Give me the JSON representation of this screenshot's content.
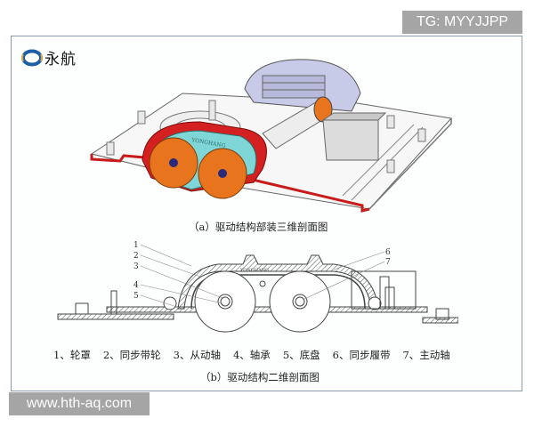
{
  "watermarks": {
    "top_right": "TG: MYYJJPP",
    "bottom_left": "www.hth-aq.com"
  },
  "logo": {
    "icon": "ring-logo-icon",
    "text": "永航",
    "colors": {
      "ring": "#1f5fa8",
      "accent": "#d9a84a"
    }
  },
  "figure_a": {
    "caption": "（a）驱动结构部装三维剖面图",
    "belt_label": "YONGHANG",
    "colors": {
      "cover": "#d42020",
      "pulley": "#e8741e",
      "belt": "#7fd6d6",
      "hub": "#2a2a7a",
      "housing": "#c8cbe8"
    }
  },
  "figure_b": {
    "caption": "（b）驱动结构二维剖面图",
    "belt_label": "YONGHANG",
    "callouts": [
      "1",
      "2",
      "3",
      "4",
      "5",
      "6",
      "7"
    ]
  },
  "legend": [
    {
      "num": "1",
      "label": "轮罩"
    },
    {
      "num": "2",
      "label": "同步带轮"
    },
    {
      "num": "3",
      "label": "从动轴"
    },
    {
      "num": "4",
      "label": "轴承"
    },
    {
      "num": "5",
      "label": "底盘"
    },
    {
      "num": "6",
      "label": "同步履带"
    },
    {
      "num": "7",
      "label": "主动轴"
    }
  ],
  "legend_text": [
    "1、轮罩",
    "2、同步带轮",
    "3、从动轴",
    "4、轴承",
    "5、底盘",
    "6、同步履带",
    "7、主动轴"
  ]
}
